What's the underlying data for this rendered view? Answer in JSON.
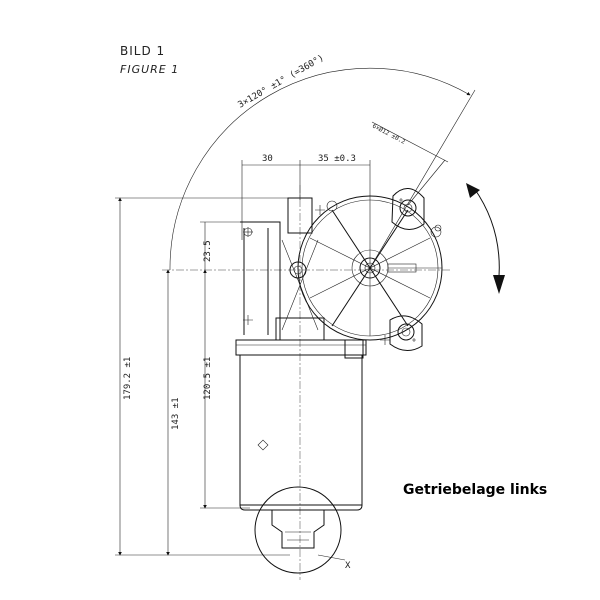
{
  "title": {
    "de": "BILD 1",
    "en": "FIGURE 1"
  },
  "caption": "Getriebelage links",
  "dimensions": {
    "rotation": "3×120° ±1° (=360°)",
    "holes": "6×Ø12 ±0.2",
    "width_left": "30",
    "width_right": "35 ±0.3",
    "offset_top": "23.5",
    "height_gear": "120.5 ±1",
    "height_total": "179.2 ±1",
    "height_mid": "143 ±1"
  },
  "detail_label": "X",
  "colors": {
    "line": "#111111",
    "caption": "#000000"
  }
}
